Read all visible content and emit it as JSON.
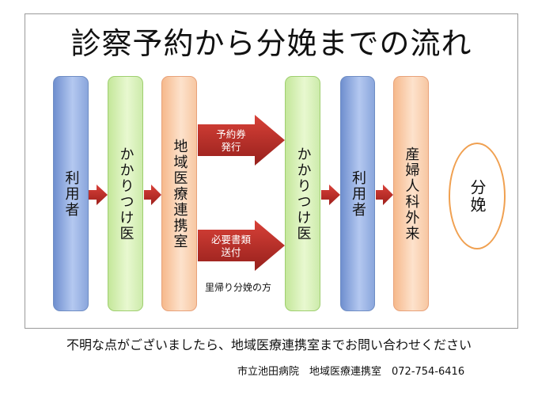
{
  "title": "診察予約から分娩までの流れ",
  "columns": [
    {
      "label": "利用者"
    },
    {
      "label": "かかりつけ医"
    },
    {
      "label": "地域医療連携室"
    },
    {
      "label": "かかりつけ医"
    },
    {
      "label": "利用者"
    },
    {
      "label": "産婦人科外来"
    }
  ],
  "arrows": {
    "reservation": {
      "line1": "予約券",
      "line2": "発行"
    },
    "documents": {
      "line1": "必要書類",
      "line2": "送付"
    }
  },
  "satogaeri_note": "里帰り分娩の方",
  "delivery": "分娩",
  "contact_note": "不明な点がございましたら、地域医療連携室までお問い合わせください",
  "contact_line": "市立池田病院　地域医療連携室　072-754-6416",
  "colors": {
    "arrow_red": "#b52a25",
    "user_blue": "#9bb4e6",
    "doctor_green": "#dcf3bd",
    "office_orange": "#fbd3b3",
    "delivery_outline": "#f0a050"
  }
}
